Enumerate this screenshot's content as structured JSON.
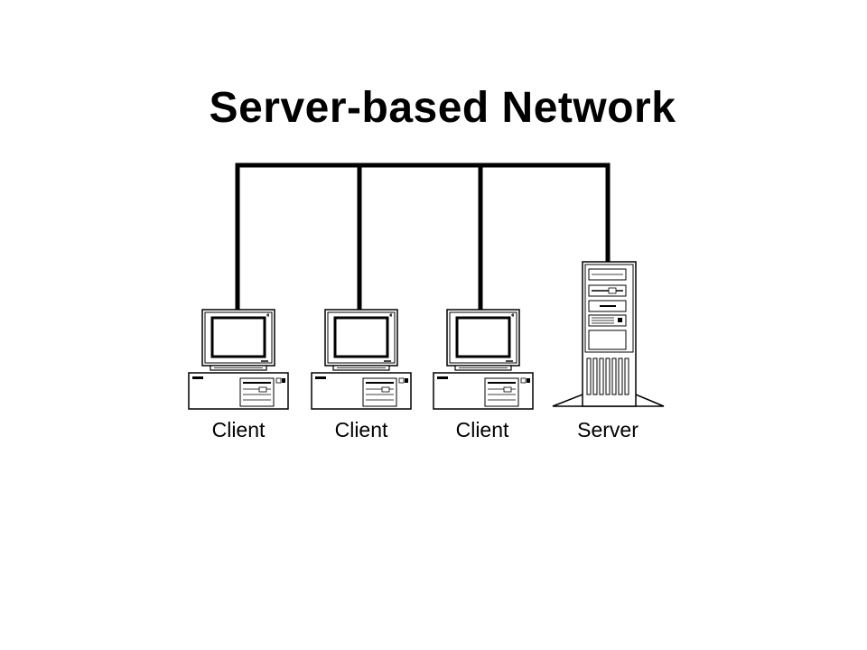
{
  "title": "Server-based Network",
  "nodes": [
    {
      "label": "Client",
      "kind": "client-workstation-icon"
    },
    {
      "label": "Client",
      "kind": "client-workstation-icon"
    },
    {
      "label": "Client",
      "kind": "client-workstation-icon"
    },
    {
      "label": "Server",
      "kind": "server-tower-icon"
    }
  ],
  "colors": {
    "line": "#000000",
    "background": "#ffffff"
  }
}
